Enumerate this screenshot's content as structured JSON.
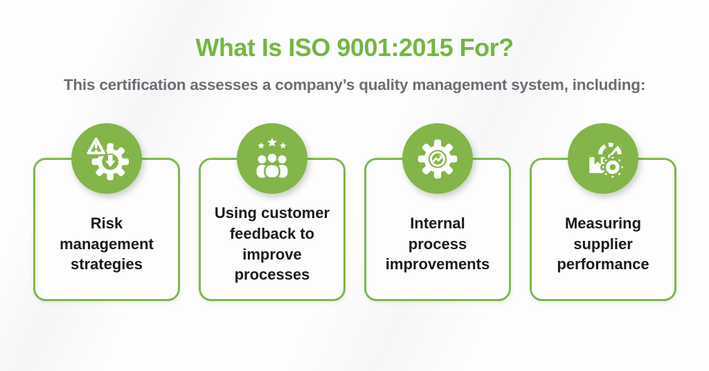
{
  "header": {
    "title": "What Is ISO 9001:2015 For?",
    "subtitle": "This certification assesses a company’s quality management system, including:"
  },
  "colors": {
    "accent-green": "#76b543",
    "badge-green": "#83b54a",
    "border-green": "#7cb84c",
    "subtitle-gray": "#6d6e71",
    "text-dark": "#1b1b1b",
    "background": "#fdfdfe"
  },
  "cards": [
    {
      "label": "Risk\nmanagement\nstrategies",
      "icon": "warning-gear-arrow-icon"
    },
    {
      "label": "Using customer\nfeedback to\nimprove\nprocesses",
      "icon": "customers-rating-stars-icon"
    },
    {
      "label": "Internal\nprocess\nimprovements",
      "icon": "gear-growth-arrow-icon"
    },
    {
      "label": "Measuring\nsupplier\nperformance",
      "icon": "package-gauge-gear-icon"
    }
  ]
}
